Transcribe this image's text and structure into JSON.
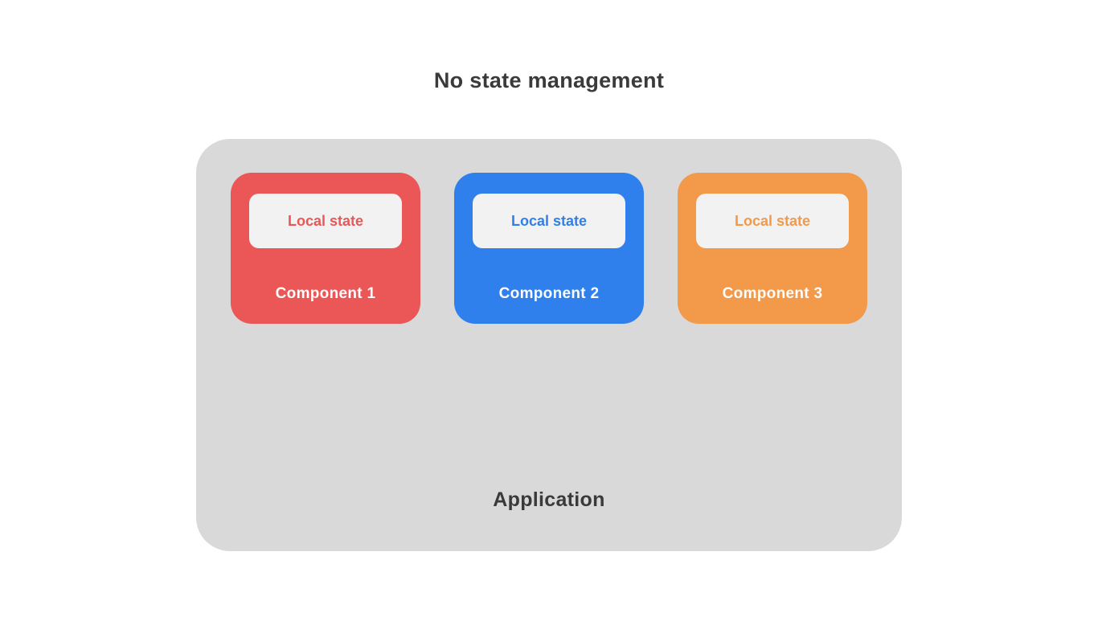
{
  "title": "No state management",
  "application": {
    "label": "Application",
    "background_color": "#d9d9d9",
    "local_state_box_color": "#f2f2f2",
    "components": [
      {
        "name": "Component 1",
        "local_state_label": "Local state",
        "color": "#eb5757"
      },
      {
        "name": "Component 2",
        "local_state_label": "Local state",
        "color": "#2f80ed"
      },
      {
        "name": "Component 3",
        "local_state_label": "Local state",
        "color": "#f2994a"
      }
    ]
  },
  "colors": {
    "title_text": "#3a3a3a",
    "component_label_text": "#fdfdfd",
    "page_background": "#ffffff"
  }
}
